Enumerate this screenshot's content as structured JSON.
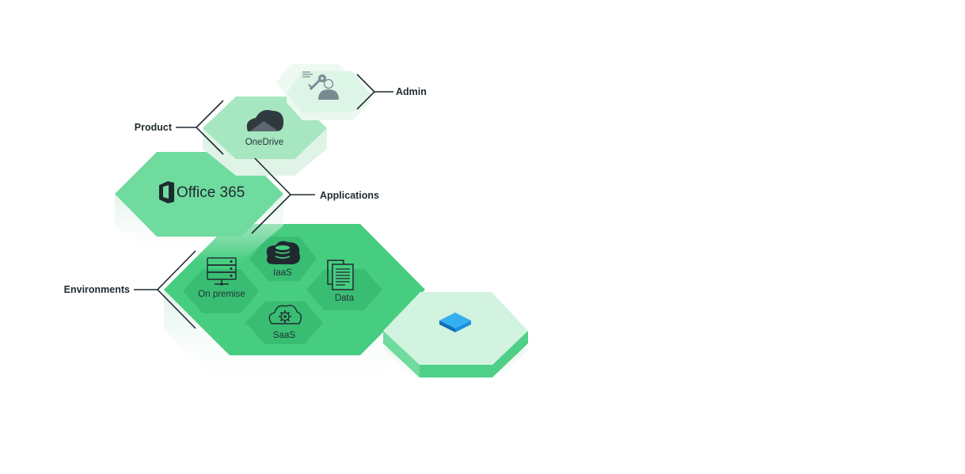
{
  "diagram": {
    "labels": {
      "admin": "Admin",
      "product": "Product",
      "applications": "Applications",
      "environments": "Environments"
    },
    "nodes": {
      "onedrive": "OneDrive",
      "office365": "Office 365",
      "iaas": "IaaS",
      "on_premise": "On premise",
      "data": "Data",
      "saas": "SaaS"
    },
    "colors": {
      "admin_hex": "#dcf5e6",
      "product_hex": "#a6e6c0",
      "applications_hex": "#6fdb9e",
      "environments_hex": "#47cd80",
      "inner_hex": "#39bd72",
      "detached_hex": "#d2f3df",
      "detached_side": "#4fd088",
      "brand_tile": "#1a8fe0",
      "icon_dark": "#2f3a3f"
    },
    "icons": {
      "admin": "key-user-icon",
      "product": "cloud-icon",
      "applications": "office-logo-icon",
      "iaas": "database-cloud-icon",
      "on_premise": "server-rack-icon",
      "data": "documents-icon",
      "saas": "gear-cloud-icon",
      "detached": "blue-tile-icon"
    }
  }
}
